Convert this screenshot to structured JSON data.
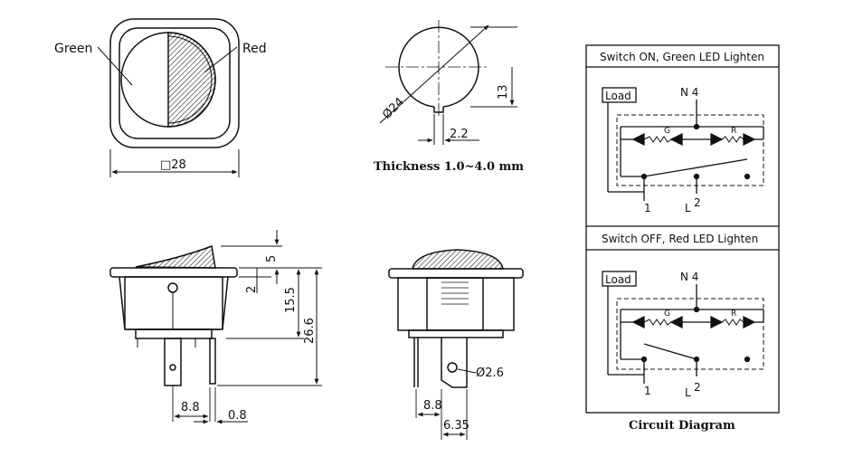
{
  "front_view": {
    "label_green": "Green",
    "label_red": "Red",
    "dim_width": "□28"
  },
  "cutout_view": {
    "dim_diameter": "Ø24",
    "dim_height": "13",
    "dim_key": "2.2",
    "caption": "Thickness 1.0~4.0 mm"
  },
  "side_view": {
    "dim_top": "5",
    "dim_flange": "2",
    "dim_body": "15.5",
    "dim_total": "26.6",
    "dim_pitch": "8.8",
    "dim_thickness": "0.8"
  },
  "end_view": {
    "dim_hole": "Ø2.6",
    "dim_pitch": "8.8",
    "dim_width": "6.35"
  },
  "circuit": {
    "on_title": "Switch ON, Green LED Lighten",
    "off_title": "Switch OFF, Red LED Lighten",
    "load_label": "Load",
    "n_label": "N 4",
    "g_label": "G",
    "r_label": "R",
    "terminal_1": "1",
    "terminal_l": "L",
    "terminal_2": "2",
    "caption": "Circuit Diagram"
  },
  "colors": {
    "line": "#111111",
    "background": "#ffffff"
  }
}
